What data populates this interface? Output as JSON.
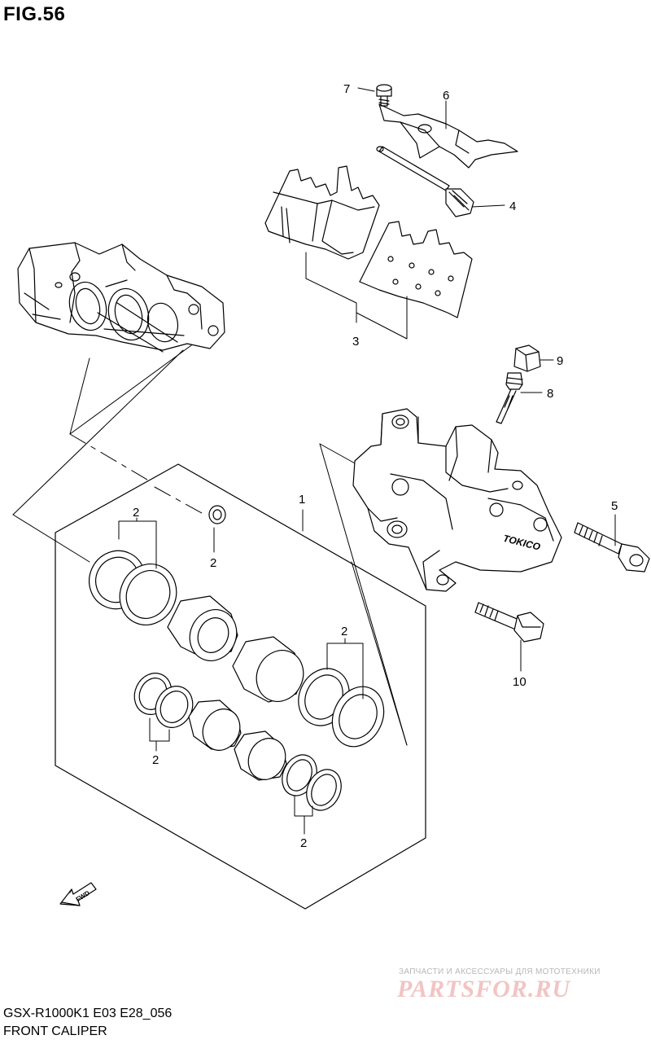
{
  "figure": {
    "title": "FIG.56",
    "model_code": "GSX-R1000K1 E03 E28_056",
    "section_title": "FRONT CALIPER",
    "fwd_label": "FWD",
    "caliper_brand": "TOKICO"
  },
  "callouts": [
    {
      "id": "1",
      "label": "1"
    },
    {
      "id": "2",
      "label": "2"
    },
    {
      "id": "3",
      "label": "3"
    },
    {
      "id": "4",
      "label": "4"
    },
    {
      "id": "5",
      "label": "5"
    },
    {
      "id": "6",
      "label": "6"
    },
    {
      "id": "7",
      "label": "7"
    },
    {
      "id": "8",
      "label": "8"
    },
    {
      "id": "9",
      "label": "9"
    },
    {
      "id": "10",
      "label": "10"
    }
  ],
  "watermark": {
    "subtitle": "ЗАПЧАСТИ И АКСЕССУАРЫ ДЛЯ МОТОТЕХНИКИ",
    "brand": "PARTSFOR.RU"
  }
}
